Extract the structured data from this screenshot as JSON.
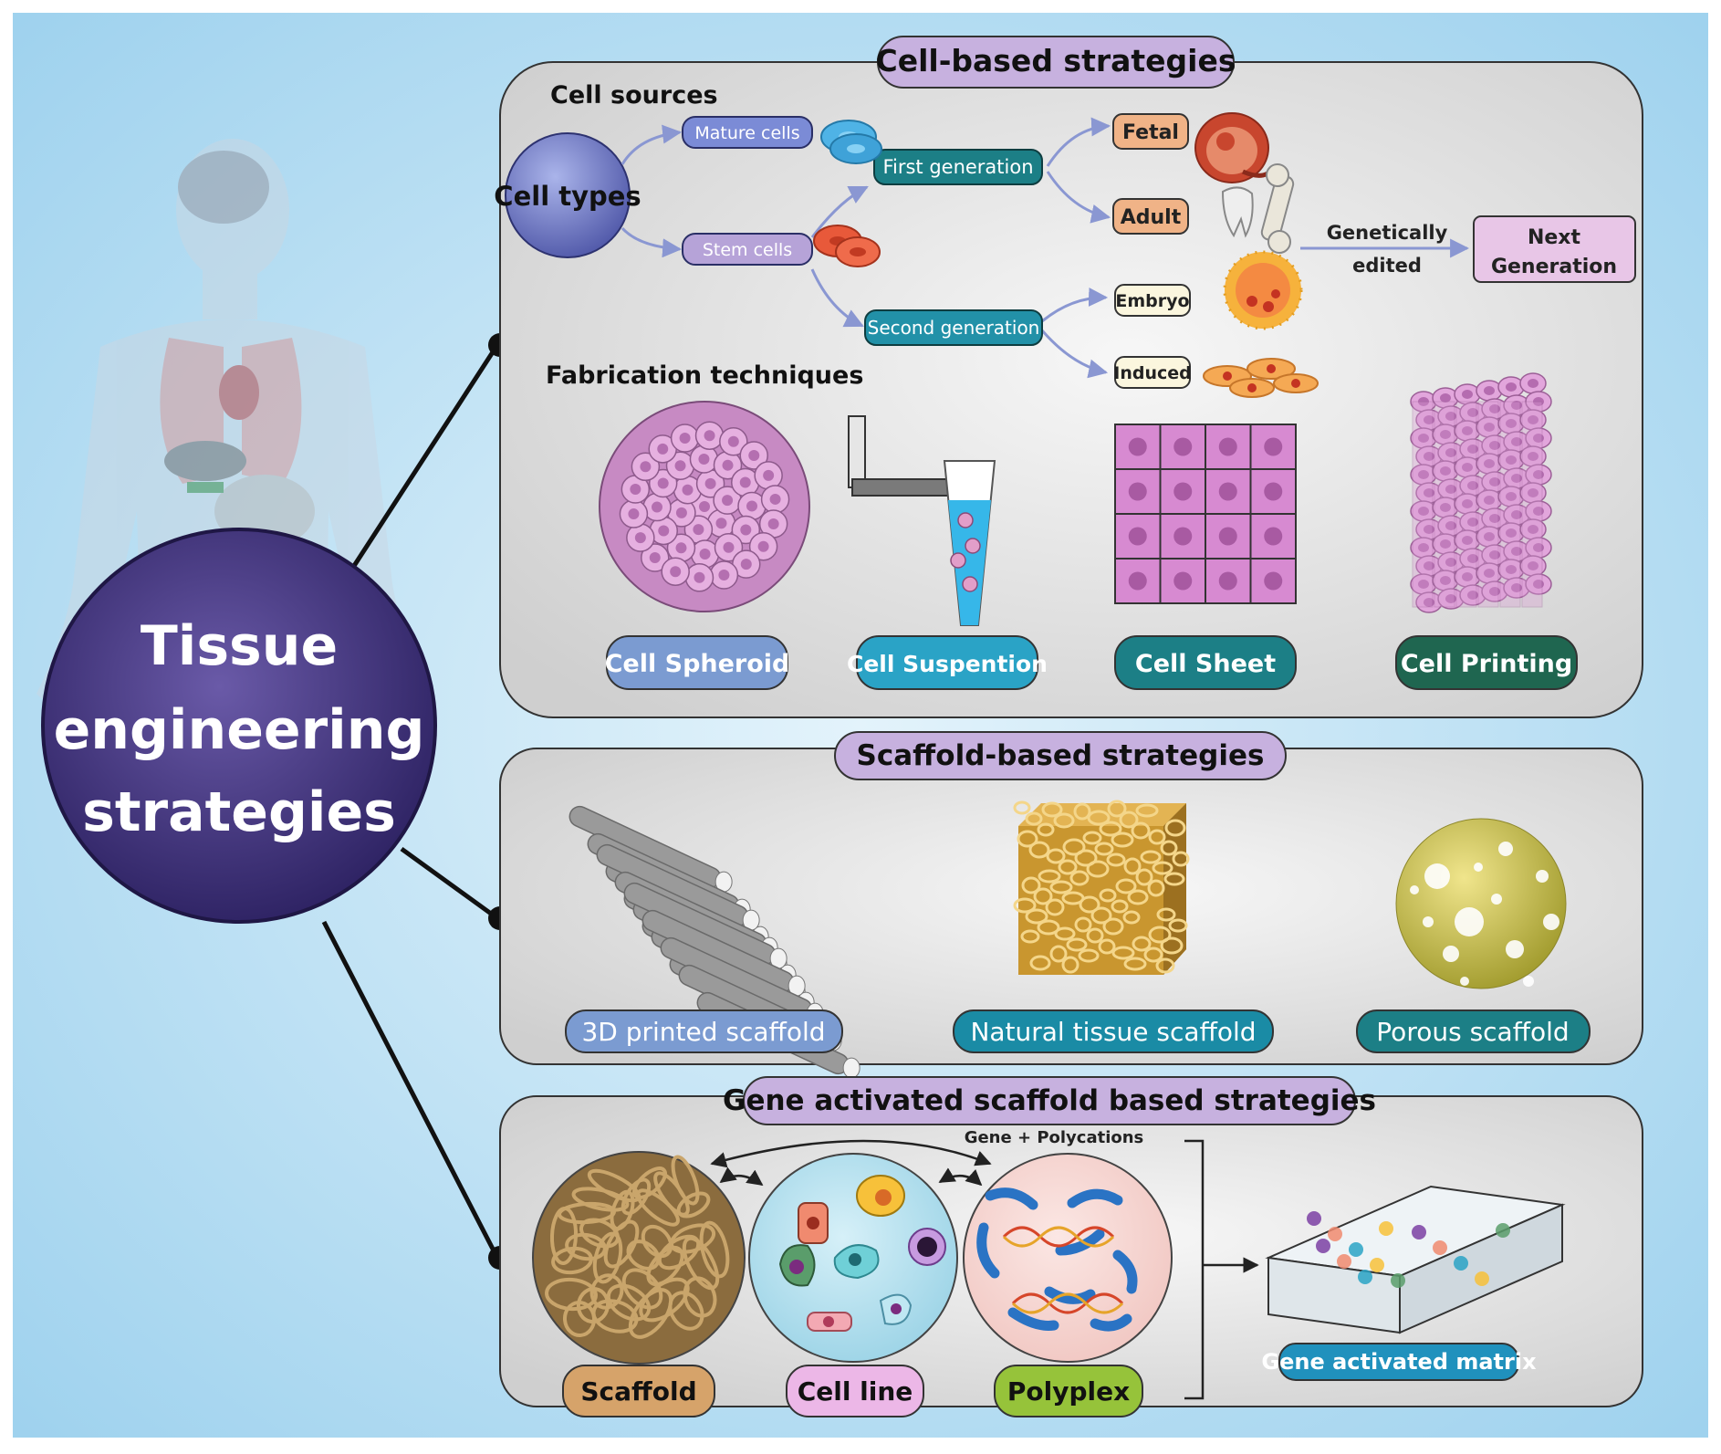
{
  "main": {
    "title_line1": "Tissue",
    "title_line2": "engineering",
    "title_line3": "strategies"
  },
  "cell_based": {
    "title": "Cell-based strategies",
    "cell_sources_heading": "Cell sources",
    "cell_types": "Cell types",
    "mature_cells": "Mature cells",
    "stem_cells": "Stem cells",
    "first_generation": "First generation",
    "second_generation": "Second generation",
    "fetal": "Fetal",
    "adult": "Adult",
    "embryo": "Embryo",
    "induced": "Induced",
    "genetically_line1": "Genetically",
    "genetically_line2": "edited",
    "next_line1": "Next",
    "next_line2": "Generation",
    "fabrication_heading": "Fabrication techniques",
    "techniques": [
      "Cell Spheroid",
      "Cell Suspention",
      "Cell Sheet",
      "Cell Printing"
    ]
  },
  "scaffold_based": {
    "title": "Scaffold-based strategies",
    "items": [
      "3D printed scaffold",
      "Natural tissue scaffold",
      "Porous scaffold"
    ]
  },
  "gene_activated": {
    "title": "Gene activated scaffold based strategies",
    "gene_polycations": "Gene + Polycations",
    "items": [
      "Scaffold",
      "Cell line",
      "Polyplex"
    ],
    "matrix": "Gene activated matrix"
  },
  "colors": {
    "background": "#a9d7ef",
    "panel": "#dcdcdc",
    "purple_circle": "#3a2d73",
    "pill_purple": "#c7b1df",
    "teal": "#1c7f86",
    "blue": "#7b9bd1",
    "green_dark": "#1f6650"
  }
}
